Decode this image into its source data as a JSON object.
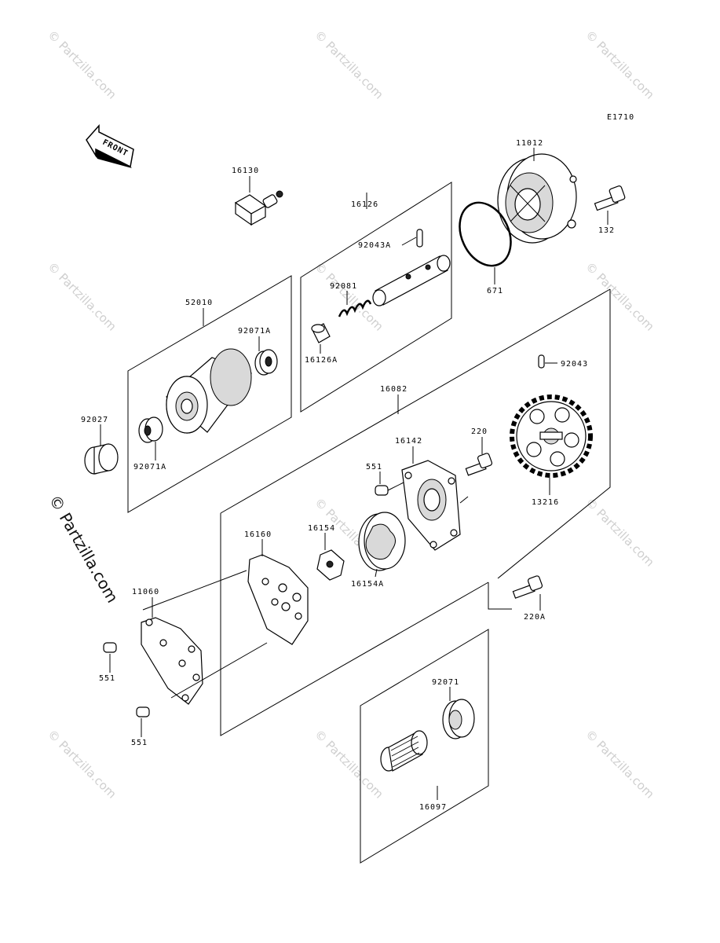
{
  "diagram": {
    "code": "E1710",
    "front_label": "FRONT",
    "side_watermark": "© Partzilla.com",
    "watermark": "© Partzilla.com",
    "parts": [
      {
        "id": "p-16130",
        "label": "16130"
      },
      {
        "id": "p-16126",
        "label": "16126"
      },
      {
        "id": "p-92043A",
        "label": "92043A"
      },
      {
        "id": "p-92081",
        "label": "92081"
      },
      {
        "id": "p-16126A",
        "label": "16126A"
      },
      {
        "id": "p-11012",
        "label": "11012"
      },
      {
        "id": "p-132",
        "label": "132"
      },
      {
        "id": "p-671",
        "label": "671"
      },
      {
        "id": "p-52010",
        "label": "52010"
      },
      {
        "id": "p-92071A-top",
        "label": "92071A"
      },
      {
        "id": "p-92027",
        "label": "92027"
      },
      {
        "id": "p-92071A-bot",
        "label": "92071A"
      },
      {
        "id": "p-16082",
        "label": "16082"
      },
      {
        "id": "p-92043",
        "label": "92043"
      },
      {
        "id": "p-16142",
        "label": "16142"
      },
      {
        "id": "p-220",
        "label": "220"
      },
      {
        "id": "p-551-a",
        "label": "551"
      },
      {
        "id": "p-13216",
        "label": "13216"
      },
      {
        "id": "p-16160",
        "label": "16160"
      },
      {
        "id": "p-16154",
        "label": "16154"
      },
      {
        "id": "p-16154A",
        "label": "16154A"
      },
      {
        "id": "p-11060",
        "label": "11060"
      },
      {
        "id": "p-220A",
        "label": "220A"
      },
      {
        "id": "p-551-b",
        "label": "551"
      },
      {
        "id": "p-551-c",
        "label": "551"
      },
      {
        "id": "p-92071",
        "label": "92071"
      },
      {
        "id": "p-16097",
        "label": "16097"
      }
    ]
  }
}
